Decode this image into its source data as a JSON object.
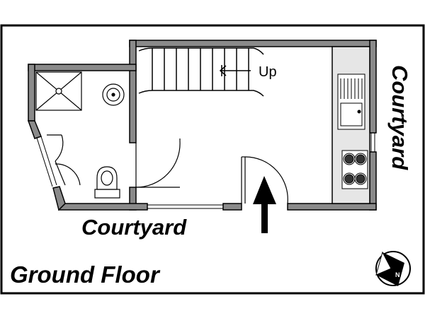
{
  "plan": {
    "title": "Ground Floor",
    "stairs_label": "Up",
    "courtyard_bottom": "Courtyard",
    "courtyard_right": "Courtyard",
    "compass_label": "N",
    "colors": {
      "wall": "#8a8a8a",
      "wall_edge": "#000000",
      "frame": "#000000",
      "kitchen_counter": "#e6e6e6",
      "background": "#ffffff"
    }
  }
}
